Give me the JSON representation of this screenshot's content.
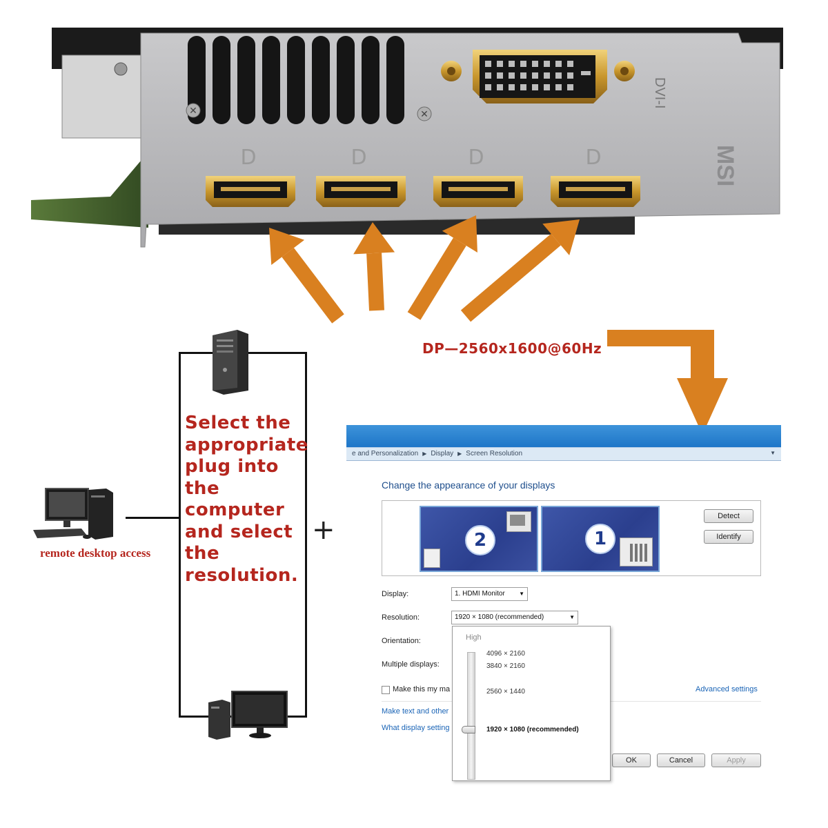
{
  "card": {
    "dvi_label": "DVI-I",
    "brand_label": "MSI"
  },
  "diagram": {
    "instruction_lines": [
      "Select the",
      "appropriate",
      "plug into",
      "the",
      "computer",
      "and select",
      "the",
      "resolution."
    ],
    "remote_label": "remote desktop access",
    "plus_symbol": "+",
    "dp_label": "DP—2560x1600@60Hz",
    "arrow_color": "#d98020",
    "text_color": "#b5261e"
  },
  "dialog": {
    "breadcrumb": [
      "e and Personalization",
      "Display",
      "Screen Resolution"
    ],
    "heading": "Change the appearance of your displays",
    "monitors": [
      {
        "number": "2"
      },
      {
        "number": "1"
      }
    ],
    "detect_button": "Detect",
    "identify_button": "Identify",
    "display_label": "Display:",
    "display_value": "1. HDMI Monitor",
    "resolution_label": "Resolution:",
    "resolution_value": "1920 × 1080 (recommended)",
    "orientation_label": "Orientation:",
    "multiple_label": "Multiple displays:",
    "make_primary_label": "Make this my ma",
    "advanced_link": "Advanced settings",
    "link_text_size": "Make text and other",
    "link_display_settings": "What display setting",
    "ok_button": "OK",
    "cancel_button": "Cancel",
    "apply_button": "Apply",
    "dropdown": {
      "high_label": "High",
      "options": [
        "4096 × 2160",
        "3840 × 2160",
        "2560 × 1440",
        "1920 × 1080 (recommended)"
      ],
      "selected": "1920 × 1080 (recommended)"
    }
  }
}
